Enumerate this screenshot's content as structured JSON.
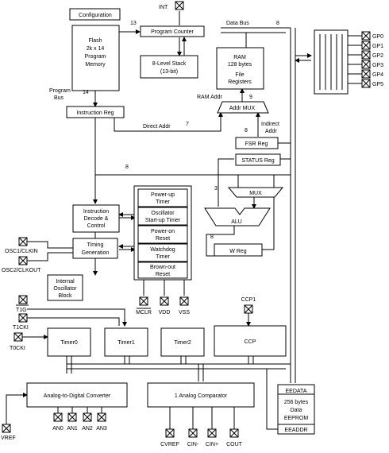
{
  "blocks": {
    "configuration": "Configuration",
    "flash": [
      "Flash",
      "2k x 14",
      "Program",
      "Memory"
    ],
    "program_counter": "Program Counter",
    "stack": [
      "8-Level Stack",
      "(13-bit)"
    ],
    "ram": [
      "RAM",
      "128 bytes",
      "File",
      "Registers"
    ],
    "instruction_reg": "Instruction Reg",
    "addr_mux": "Addr MUX",
    "fsr_reg": "FSR Reg",
    "status_reg": "STATUS Reg",
    "mux": "MUX",
    "alu": "ALU",
    "w_reg": "W Reg",
    "instruction_decode": [
      "Instruction",
      "Decode &",
      "Control"
    ],
    "timing_generation": [
      "Timing",
      "Generation"
    ],
    "internal_oscillator": [
      "Internal",
      "Oscillator",
      "Block"
    ],
    "power_up_timer": [
      "Power-up",
      "Timer"
    ],
    "oscillator_startup": [
      "Oscillator",
      "Start-up Timer"
    ],
    "power_on_reset": [
      "Power-on",
      "Reset"
    ],
    "watchdog_timer": [
      "Watchdog",
      "Timer"
    ],
    "brown_out_reset": [
      "Brown-out",
      "Reset"
    ],
    "timer0": "Timer0",
    "timer1": "Timer1",
    "timer2": "Timer2",
    "ccp": "CCP",
    "adc": "Analog-to-Digital Converter",
    "comparator": "1 Analog Comparator",
    "eeprom": [
      "EEDATA",
      "256 bytes",
      "Data",
      "EEPROM",
      "EEADDR"
    ]
  },
  "labels": {
    "data_bus": "Data Bus",
    "program_bus": [
      "Program",
      "Bus"
    ],
    "direct_addr": "Direct Addr",
    "indirect_addr": [
      "Indirect",
      "Addr"
    ],
    "ram_addr": "RAM Addr",
    "w13": "13",
    "w8_top": "8",
    "w14": "14",
    "w9": "9",
    "w7": "7",
    "w8_fsr": "8",
    "w8_mid": "8",
    "w3": "3",
    "w8_alu": "8"
  },
  "pins": {
    "int": "INT",
    "gpio": [
      "GP0",
      "GP1",
      "GP2",
      "GP3",
      "GP4",
      "GP5"
    ],
    "osc1": "OSC1/CLKIN",
    "osc2": "OSC2/CLKOUT",
    "mclr": "MCLR",
    "vdd": "VDD",
    "vss": "VSS",
    "t1g": "T1G",
    "t1cki": "T1CKI",
    "t0cki": "T0CKI",
    "ccp1": "CCP1",
    "vref": "VREF",
    "an": [
      "AN0",
      "AN1",
      "AN2",
      "AN3"
    ],
    "cvref": "CVREF",
    "cin_minus": "CIN-",
    "cin_plus": "CIN+",
    "cout": "COUT"
  }
}
